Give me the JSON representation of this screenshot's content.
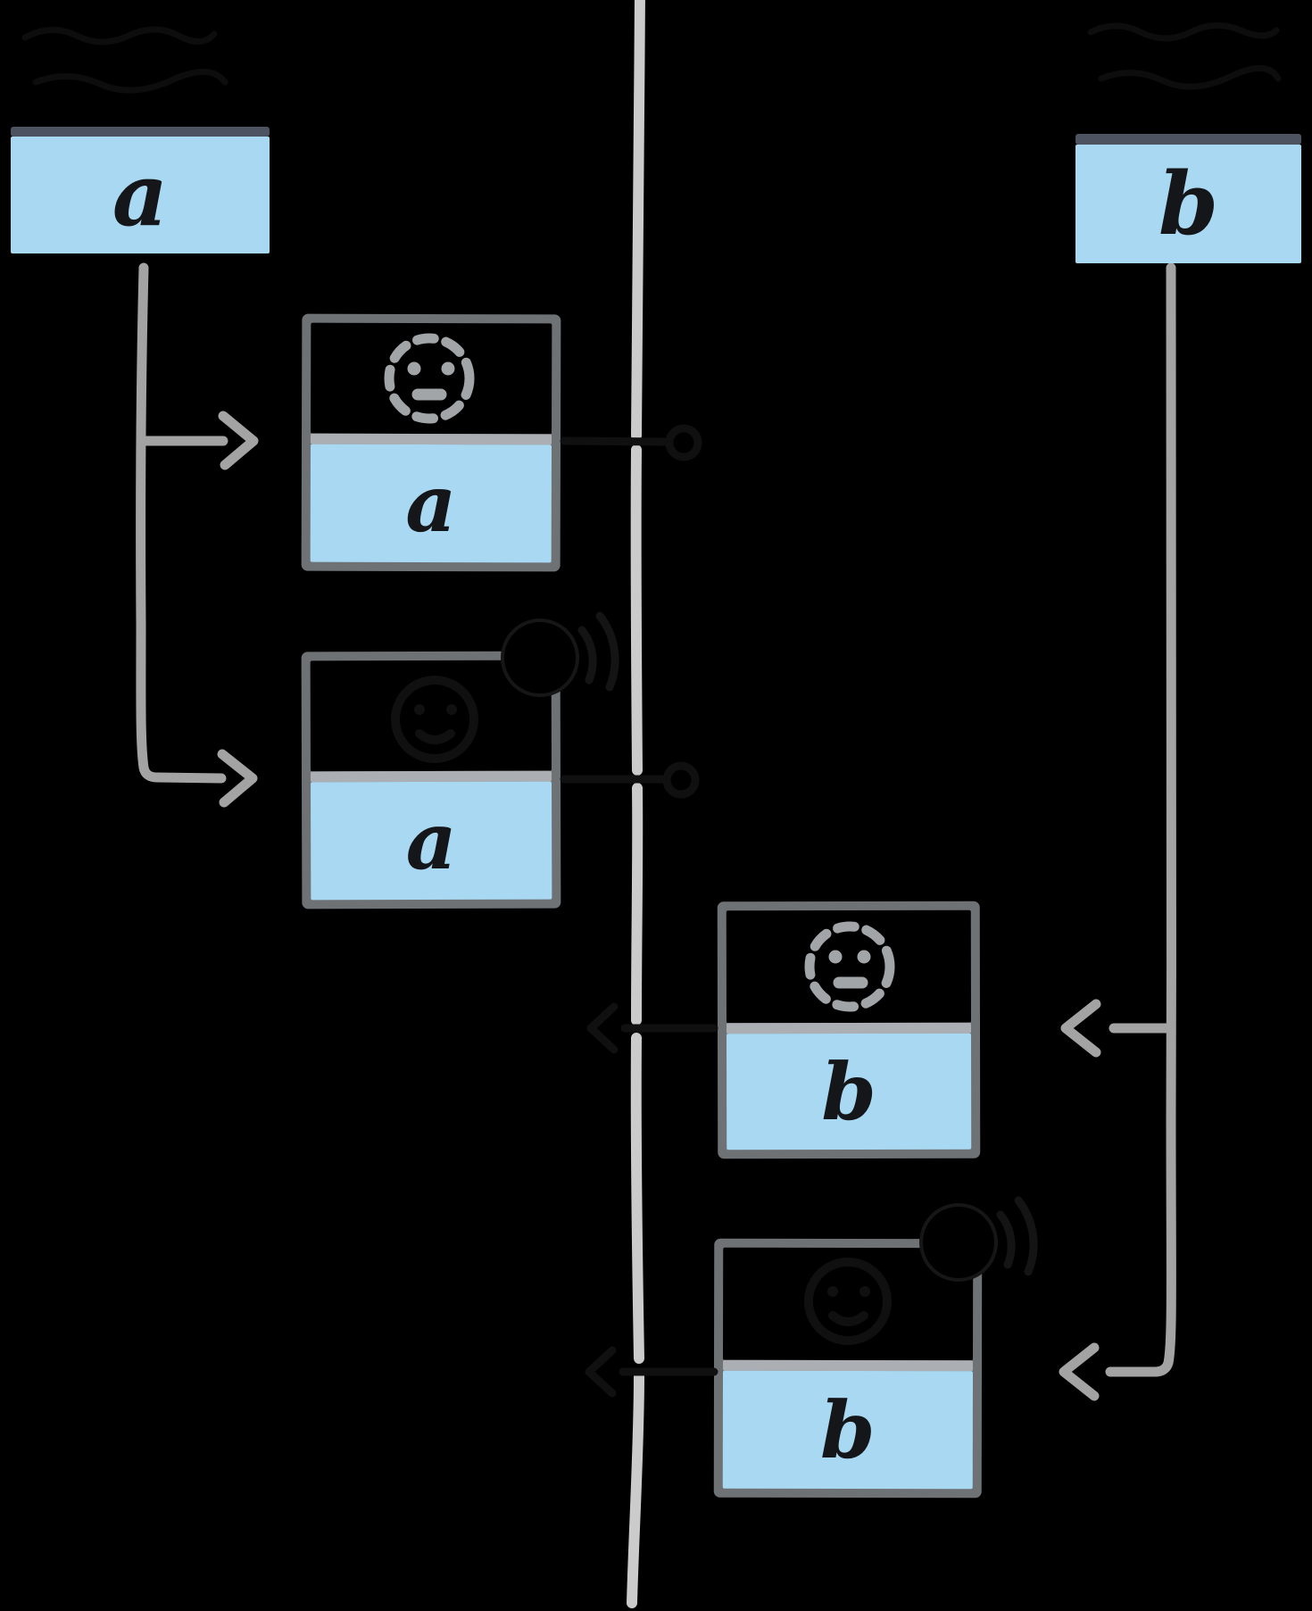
{
  "diagram": {
    "description": "two-process fork timeline",
    "root_a": {
      "letter": "a"
    },
    "root_b": {
      "letter": "b"
    },
    "task_a1": {
      "letter": "a",
      "icon": "dotted-pending-face"
    },
    "task_a2": {
      "letter": "a",
      "icon": "hidden-face-with-ding-waves"
    },
    "task_b1": {
      "letter": "b",
      "icon": "dotted-pending-face"
    },
    "task_b2": {
      "letter": "b",
      "icon": "hidden-face-with-ding-waves"
    },
    "timeline_events_order": [
      "a",
      "a",
      "b",
      "b"
    ],
    "colors": {
      "background": "#000000",
      "card_fill_blue": "#a9d9f2",
      "task_border_gray": "#6f7274",
      "task_divider_gray": "#abaeb2",
      "root_divider_dark": "#4d5360",
      "timeline_gray": "#cbcbcb",
      "connector_gray": "#a3a3a3",
      "icon_gray": "#a2a5a8",
      "letter_ink": "#14161a",
      "hidden_ink": "#101010"
    }
  }
}
